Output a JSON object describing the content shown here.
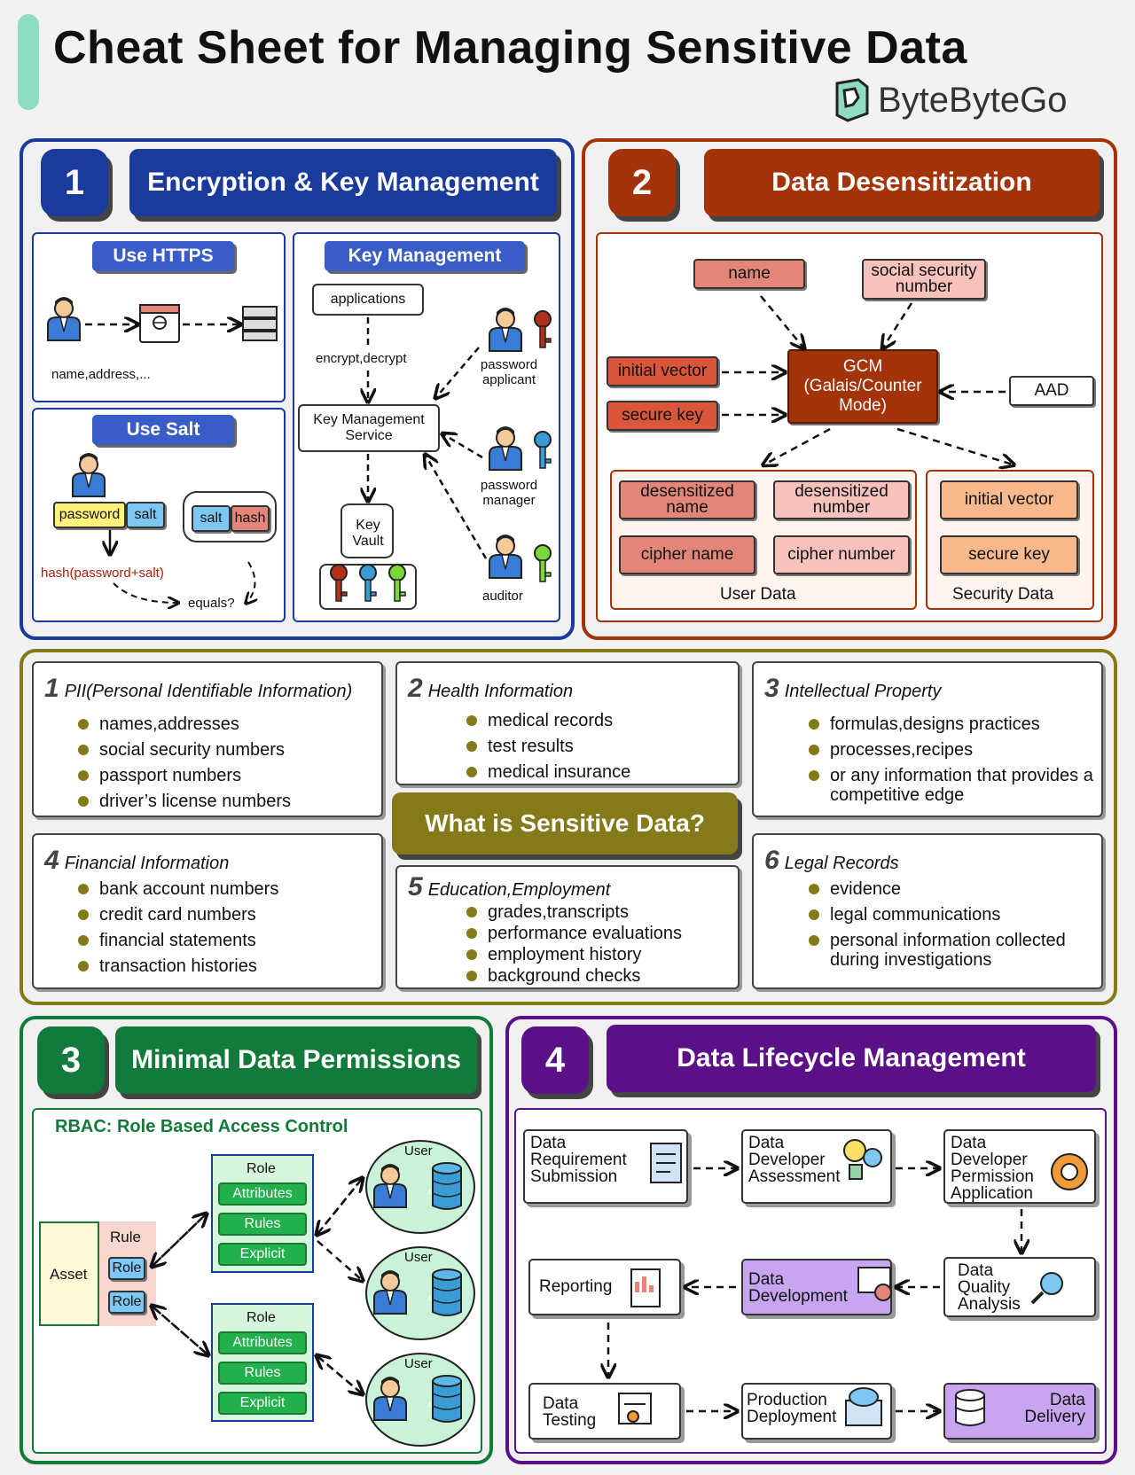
{
  "header": {
    "title": "Cheat Sheet for Managing Sensitive Data",
    "brand": "ByteByteGo"
  },
  "colors": {
    "blue": "#1a3a9c",
    "red": "#a33308",
    "olive": "#857a1a",
    "green": "#127a3a",
    "purple": "#5a1187",
    "mint": "#8fdcc4"
  },
  "s1": {
    "num": "1",
    "title": "Encryption & Key Management",
    "https": {
      "label": "Use HTTPS",
      "badge": "HTTPS",
      "caption": "name,address,..."
    },
    "salt": {
      "label": "Use Salt",
      "password": "password",
      "salt": "salt",
      "db_salt": "salt",
      "db_hash": "hash",
      "formula": "hash(password+salt)",
      "equals": "equals?"
    },
    "km": {
      "label": "Key Management",
      "applications": "applications",
      "encrypt": "encrypt,decrypt",
      "service": "Key Management Service",
      "vault": "Key Vault",
      "applicant": "password applicant",
      "manager": "password manager",
      "auditor": "auditor"
    }
  },
  "s2": {
    "num": "2",
    "title": "Data Desensitization",
    "name": "name",
    "ssn": "social security number",
    "iv": "initial vector",
    "sk": "secure key",
    "gcm": "GCM (Galais/Counter Mode)",
    "aad": "AAD",
    "dname": "desensitized name",
    "dnum": "desensitized number",
    "cname": "cipher name",
    "cnum": "cipher number",
    "user_data": "User Data",
    "iv2": "initial vector",
    "sk2": "secure key",
    "security_data": "Security Data"
  },
  "sd": {
    "title": "What is Sensitive Data?",
    "cards": [
      {
        "n": "1",
        "h": "PII(Personal Identifiable Information)",
        "items": [
          "names,addresses",
          "social security numbers",
          "passport numbers",
          "driver’s license numbers"
        ]
      },
      {
        "n": "2",
        "h": "Health Information",
        "items": [
          "medical records",
          "test results",
          "medical insurance"
        ]
      },
      {
        "n": "3",
        "h": "Intellectual Property",
        "items": [
          "formulas,designs practices",
          "processes,recipes",
          "or any information that provides a competitive edge"
        ]
      },
      {
        "n": "4",
        "h": "Financial Information",
        "items": [
          "bank account numbers",
          "credit card numbers",
          "financial statements",
          "transaction histories"
        ]
      },
      {
        "n": "5",
        "h": "Education,Employment",
        "items": [
          "grades,transcripts",
          "performance evaluations",
          "employment history",
          "background checks"
        ]
      },
      {
        "n": "6",
        "h": "Legal Records",
        "items": [
          "evidence",
          "legal communications",
          "personal information collected during investigations"
        ]
      }
    ]
  },
  "s3": {
    "num": "3",
    "title": "Minimal Data Permissions",
    "rbac": "RBAC: Role Based Access Control",
    "asset": "Asset",
    "rule": "Rule",
    "role": "Role",
    "role_box": "Role",
    "attributes": "Attributes",
    "rules": "Rules",
    "explicit": "Explicit",
    "user": "User",
    "db_label": "Attributes"
  },
  "s4": {
    "num": "4",
    "title": "Data Lifecycle Management",
    "steps": [
      "Data Requirement Submission",
      "Data Developer Assessment",
      "Data Developer Permission Application",
      "Data Quality Analysis",
      "Data Development",
      "Reporting",
      "Data Testing",
      "Production Deployment",
      "Data Delivery"
    ]
  }
}
